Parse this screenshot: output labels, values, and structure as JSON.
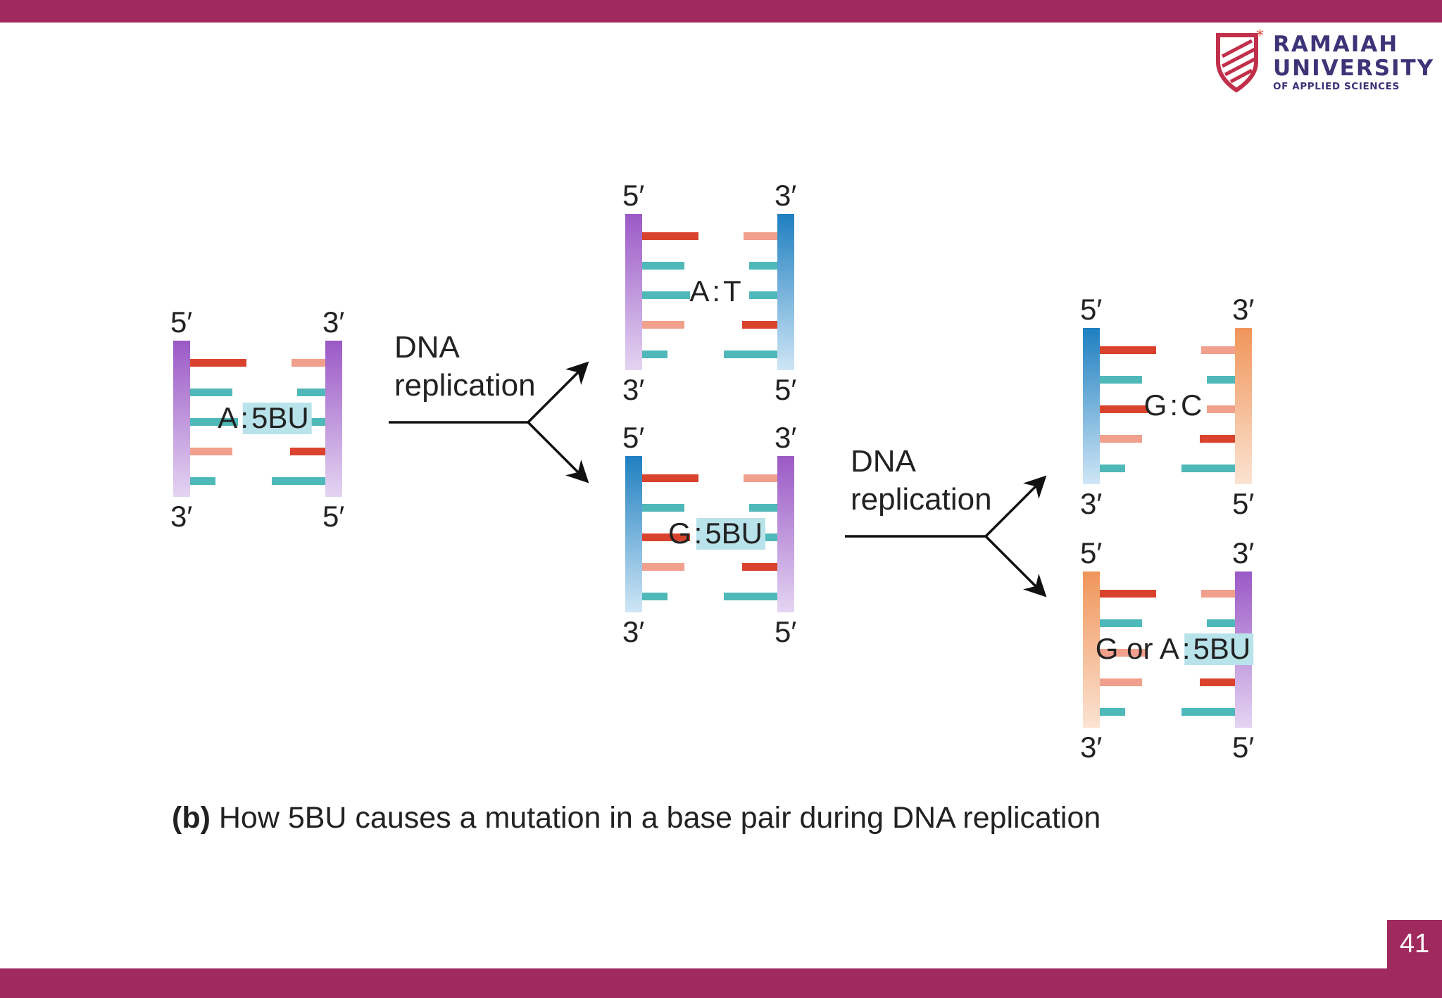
{
  "slide": {
    "page_number": "41",
    "brand_color": "#a0295e"
  },
  "logo": {
    "line1": "RAMAIAH",
    "line2": "UNIVERSITY",
    "line3": "OF APPLIED SCIENCES",
    "text_color": "#3d3478",
    "mark_color": "#c0304a"
  },
  "diagram": {
    "colors": {
      "purple_strand": "#9b59c6",
      "blue_strand": "#1f7fc0",
      "orange_strand": "#f0a06a",
      "red_base": "#d9432d",
      "pink_base": "#f0a08c",
      "teal_base": "#4fb8b8",
      "label_highlight": "#b9e3ea"
    },
    "arrow_label_1": {
      "line1": "DNA",
      "line2": "replication"
    },
    "arrow_label_2": {
      "line1": "DNA",
      "line2": "replication"
    },
    "duplexes": [
      {
        "id": "parent",
        "top_left": "5′",
        "top_right": "3′",
        "bottom_left": "3′",
        "bottom_right": "5′",
        "pair_left": "A",
        "sep": ":",
        "pair_right": "5BU"
      },
      {
        "id": "gen1-top",
        "top_left": "5′",
        "top_right": "3′",
        "bottom_left": "3′",
        "bottom_right": "5′",
        "pair_left": "A",
        "sep": ":",
        "pair_right": "T"
      },
      {
        "id": "gen1-bottom",
        "top_left": "5′",
        "top_right": "3′",
        "bottom_left": "3′",
        "bottom_right": "5′",
        "pair_left": "G",
        "sep": ":",
        "pair_right": "5BU"
      },
      {
        "id": "gen2-top",
        "top_left": "5′",
        "top_right": "3′",
        "bottom_left": "3′",
        "bottom_right": "5′",
        "pair_left": "G",
        "sep": ":",
        "pair_right": "C"
      },
      {
        "id": "gen2-bottom",
        "top_left": "5′",
        "top_right": "3′",
        "bottom_left": "3′",
        "bottom_right": "5′",
        "pair_left": "G or A",
        "sep": ":",
        "pair_right": "5BU"
      }
    ],
    "caption": {
      "label": "(b)",
      "text": "How 5BU causes a mutation in a base pair during DNA replication"
    }
  }
}
